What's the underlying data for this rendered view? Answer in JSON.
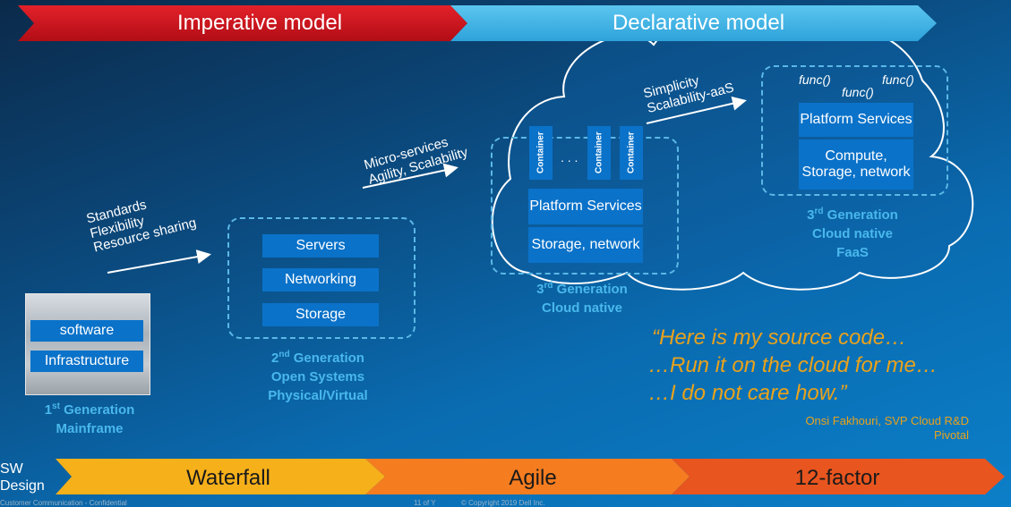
{
  "top_bar": {
    "left_label": "Imperative model",
    "right_label": "Declarative model"
  },
  "bottom_bar": {
    "sw_design": "SW\nDesign",
    "stage1": "Waterfall",
    "stage2": "Agile",
    "stage3": "12-factor"
  },
  "footer": {
    "confidential": "Customer Communication - Confidential",
    "page": "11 of Y",
    "copyright": "© Copyright 2019 Dell Inc."
  },
  "gen1": {
    "software": "software",
    "infrastructure": "Infrastructure",
    "caption_num": "1",
    "caption_sup": "st",
    "caption_rest": " Generation",
    "caption_line2": "Mainframe"
  },
  "transition1": {
    "line1": "Standards",
    "line2": "Flexibility",
    "line3": "Resource sharing"
  },
  "gen2": {
    "servers": "Servers",
    "networking": "Networking",
    "storage": "Storage",
    "caption_num": "2",
    "caption_sup": "nd",
    "caption_rest": " Generation",
    "caption_line2": "Open Systems",
    "caption_line3": "Physical/Virtual"
  },
  "transition2": {
    "line1": "Micro-services",
    "line2": "Agility, Scalability"
  },
  "gen3": {
    "container1": "Container",
    "container2": "Container",
    "container3": "Container",
    "dots": ". . .",
    "platform_services": "Platform Services",
    "storage_network": "Storage, network",
    "caption_num": "3",
    "caption_sup": "rd",
    "caption_rest": " Generation",
    "caption_line2": "Cloud native"
  },
  "transition3": {
    "line1": "Simplicity",
    "line2": "Scalability-aaS"
  },
  "gen3_faas": {
    "func1": "func()",
    "func2": "func()",
    "func3": "func()",
    "platform_services": "Platform Services",
    "compute_storage_network": "Compute, Storage, network",
    "caption_num": "3",
    "caption_sup": "rd",
    "caption_rest": " Generation",
    "caption_line2": "Cloud native",
    "caption_line3": "FaaS"
  },
  "quote": {
    "line1": "“Here is my source code…",
    "line2": "…Run it on the cloud for me…",
    "line3": "…I do not care how.”",
    "author": "Onsi Fakhouri, SVP Cloud R&D",
    "company": "Pivotal"
  },
  "colors": {
    "imperative": "#d7131b",
    "declarative": "#41b6e6",
    "accent_box": "#0a72c9",
    "caption": "#49b8ec",
    "quote": "#e9a21b",
    "waterfall": "#f6b01a",
    "agile": "#f57c1f",
    "twelve_factor": "#e8551f"
  }
}
